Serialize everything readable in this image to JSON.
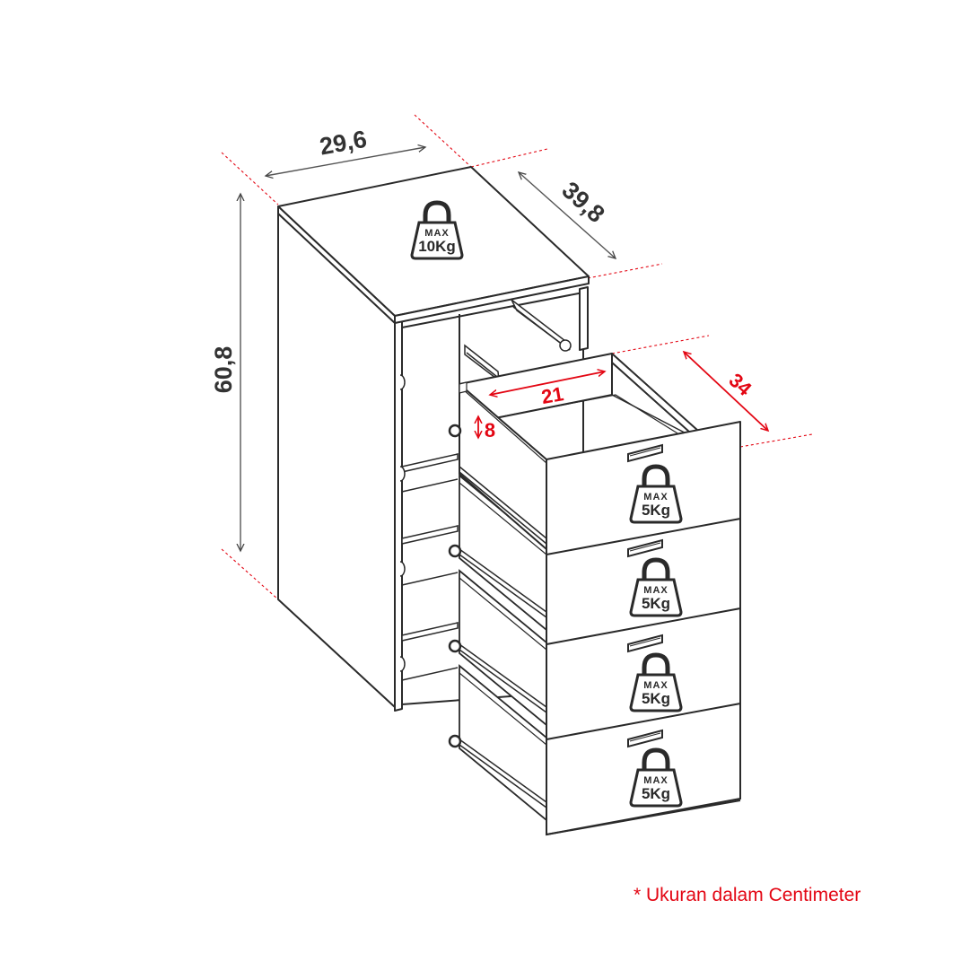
{
  "dimensions": {
    "width": "29,6",
    "depth": "39,8",
    "height": "60,8",
    "drawer_depth": "34",
    "drawer_inner_width": "21",
    "drawer_inner_height": "8"
  },
  "weight_badges": {
    "top": {
      "max_label": "MAX",
      "value": "10Kg"
    },
    "drawers": [
      {
        "max_label": "MAX",
        "value": "5Kg"
      },
      {
        "max_label": "MAX",
        "value": "5Kg"
      },
      {
        "max_label": "MAX",
        "value": "5Kg"
      },
      {
        "max_label": "MAX",
        "value": "5Kg"
      }
    ]
  },
  "note": "* Ukuran dalam Centimeter",
  "colors": {
    "line": "#2a2a2a",
    "dimension_line": "#555555",
    "accent": "#e30613",
    "background": "#ffffff"
  },
  "icons": [
    "weight-limit-icon",
    "drawer-handle-icon"
  ]
}
